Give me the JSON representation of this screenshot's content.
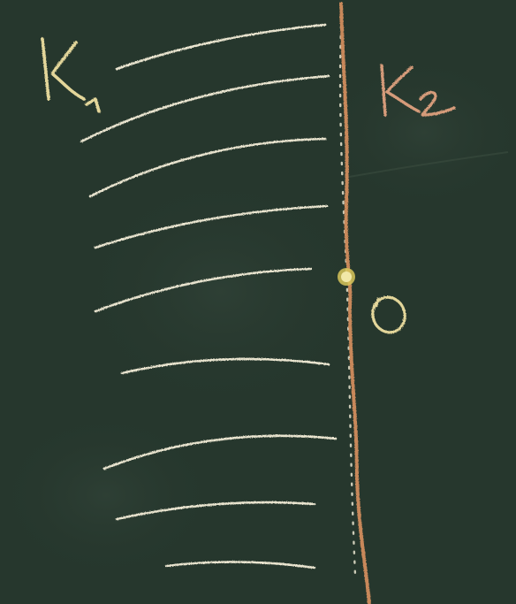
{
  "scene": {
    "medium": "chalkboard",
    "colors": {
      "board": "#26372d",
      "yellow_chalk": "#e3d69a",
      "white_chalk": "#e9e4cf",
      "red_chalk": "#d59b7a",
      "orange_chalk": "#c8885a",
      "point_yellow": "#d8c65a"
    }
  },
  "labels": {
    "region_left": "K1",
    "region_right": "K2",
    "point": "O"
  }
}
